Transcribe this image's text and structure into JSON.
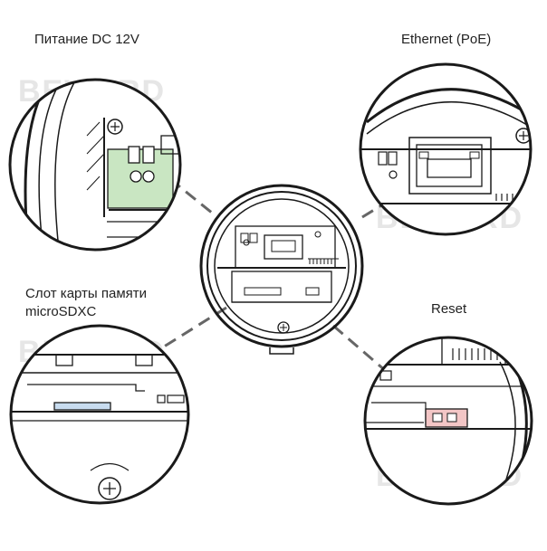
{
  "labels": {
    "power": "Питание DC 12V",
    "ethernet": "Ethernet (PoE)",
    "sd_line1": "Слот карты памяти",
    "sd_line2": "microSDXC",
    "reset": "Reset"
  },
  "watermark": "BEWARD",
  "colors": {
    "stroke": "#1a1a1a",
    "power_connector": "#c9e6c2",
    "sd_slot": "#c8dcef",
    "reset_button": "#f3c6c6",
    "dash": "#666666",
    "watermark": "#e6e6e6"
  }
}
